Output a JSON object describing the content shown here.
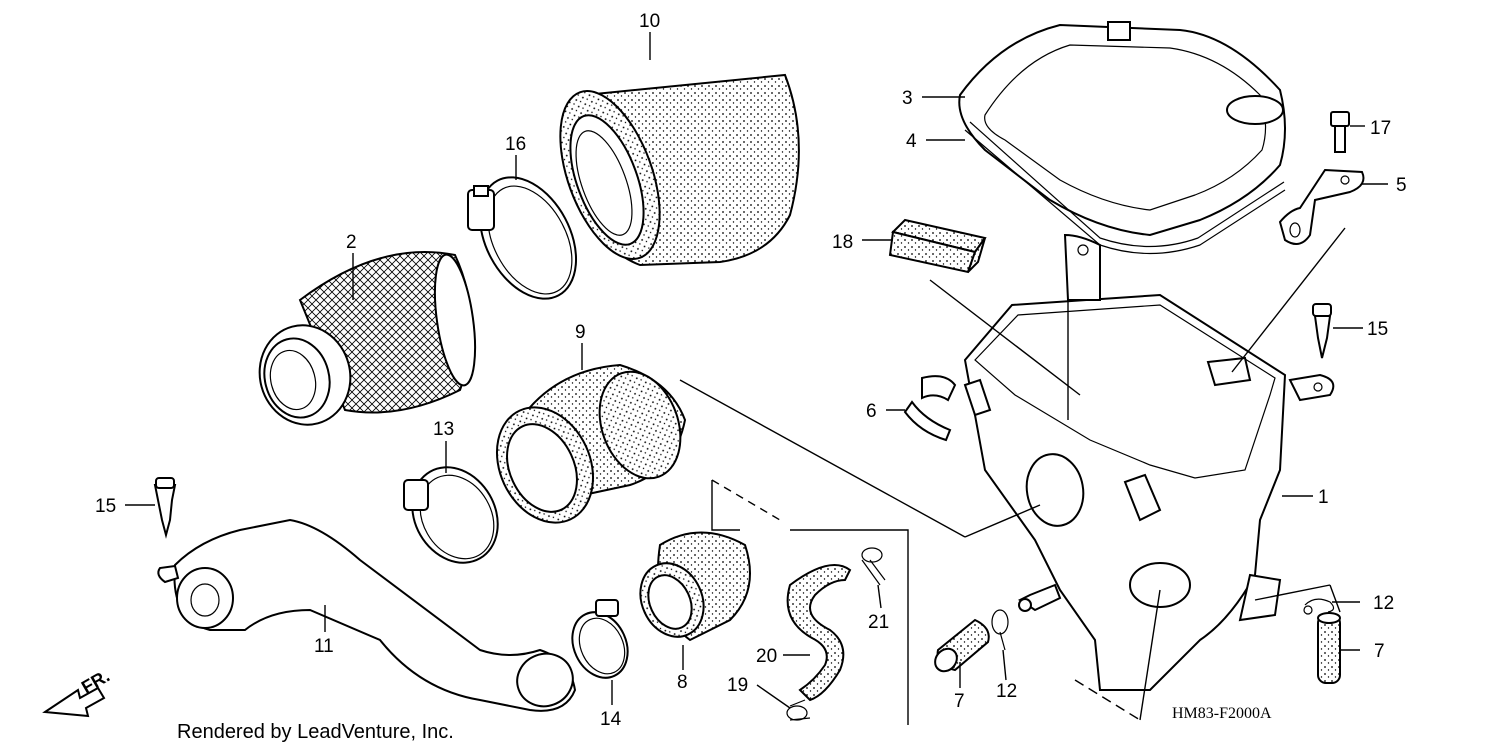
{
  "diagram": {
    "code": "HM83-F2000A",
    "credit": "Rendered by LeadVenture, Inc.",
    "direction": "FR.",
    "callouts": {
      "c1": "1",
      "c2": "2",
      "c3": "3",
      "c4": "4",
      "c5": "5",
      "c6": "6",
      "c7a": "7",
      "c7b": "7",
      "c8": "8",
      "c9": "9",
      "c10": "10",
      "c11": "11",
      "c12a": "12",
      "c12b": "12",
      "c13": "13",
      "c14": "14",
      "c15a": "15",
      "c15b": "15",
      "c16": "16",
      "c17": "17",
      "c18": "18",
      "c19": "19",
      "c20": "20",
      "c21": "21"
    }
  }
}
